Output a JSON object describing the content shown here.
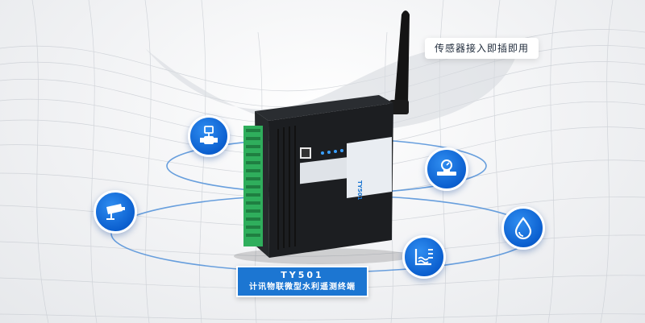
{
  "badge": {
    "label": "传感器接入即插即用"
  },
  "product": {
    "model": "TY501",
    "description": "计讯物联微型水利遥测终端",
    "device_front_model": "TY501"
  },
  "icons": [
    {
      "name": "flowmeter-icon"
    },
    {
      "name": "camera-icon"
    },
    {
      "name": "water-meter-icon"
    },
    {
      "name": "water-drop-icon"
    },
    {
      "name": "water-level-icon"
    }
  ],
  "colors": {
    "accent": "#1c76d2",
    "icon_bg": "#0b5fcf",
    "orbit": "#4f8fd8"
  }
}
